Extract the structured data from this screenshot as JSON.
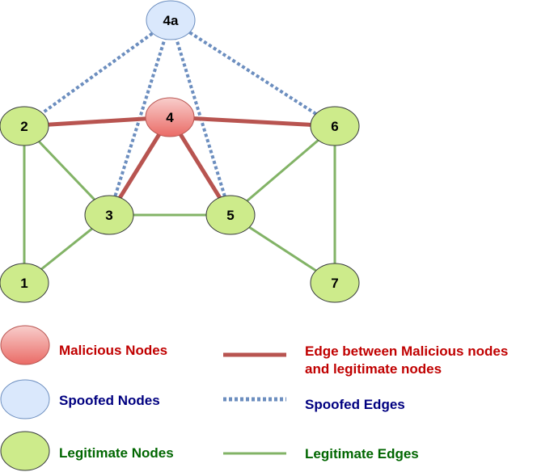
{
  "node_kinds": {
    "malicious": {
      "fill": "#ea6b66",
      "stroke": "#b85450",
      "gradient_top": "#f8cecc"
    },
    "spoofed": {
      "fill": "#dae8fc",
      "stroke": "#6c8ebf"
    },
    "legitimate": {
      "fill": "#cdeb8b",
      "stroke": "#36393d"
    }
  },
  "edge_kinds": {
    "malicious": {
      "color": "#b85450",
      "style": "solid"
    },
    "spoofed": {
      "color": "#6c8ebf",
      "style": "dotted"
    },
    "legitimate": {
      "color": "#82b366",
      "style": "solid"
    }
  },
  "nodes": [
    {
      "id": "4a",
      "label": "4a",
      "kind": "spoofed"
    },
    {
      "id": "2",
      "label": "2",
      "kind": "legitimate"
    },
    {
      "id": "4",
      "label": "4",
      "kind": "malicious"
    },
    {
      "id": "6",
      "label": "6",
      "kind": "legitimate"
    },
    {
      "id": "3",
      "label": "3",
      "kind": "legitimate"
    },
    {
      "id": "5",
      "label": "5",
      "kind": "legitimate"
    },
    {
      "id": "1",
      "label": "1",
      "kind": "legitimate"
    },
    {
      "id": "7",
      "label": "7",
      "kind": "legitimate"
    }
  ],
  "edges": [
    {
      "from": "4a",
      "to": "2",
      "kind": "spoofed"
    },
    {
      "from": "4a",
      "to": "6",
      "kind": "spoofed"
    },
    {
      "from": "4a",
      "to": "3",
      "kind": "spoofed"
    },
    {
      "from": "4a",
      "to": "5",
      "kind": "spoofed"
    },
    {
      "from": "2",
      "to": "4",
      "kind": "malicious"
    },
    {
      "from": "4",
      "to": "6",
      "kind": "malicious"
    },
    {
      "from": "4",
      "to": "3",
      "kind": "malicious"
    },
    {
      "from": "4",
      "to": "5",
      "kind": "malicious"
    },
    {
      "from": "2",
      "to": "3",
      "kind": "legitimate"
    },
    {
      "from": "2",
      "to": "1",
      "kind": "legitimate"
    },
    {
      "from": "3",
      "to": "1",
      "kind": "legitimate"
    },
    {
      "from": "3",
      "to": "5",
      "kind": "legitimate"
    },
    {
      "from": "5",
      "to": "6",
      "kind": "legitimate"
    },
    {
      "from": "5",
      "to": "7",
      "kind": "legitimate"
    },
    {
      "from": "6",
      "to": "7",
      "kind": "legitimate"
    }
  ],
  "legend": {
    "malicious_nodes": {
      "label": "Malicious Nodes",
      "color": "#c00000"
    },
    "spoofed_nodes": {
      "label": "Spoofed Nodes",
      "color": "#000080"
    },
    "legitimate_nodes": {
      "label": "Legitimate Nodes",
      "color": "#006600"
    },
    "malicious_edge": {
      "line1": "Edge between Malicious nodes",
      "line2": "and legitimate nodes",
      "color": "#c00000"
    },
    "spoofed_edge": {
      "label": "Spoofed Edges",
      "color": "#000080"
    },
    "legitimate_edge": {
      "label": "Legitimate Edges",
      "color": "#006600"
    }
  }
}
